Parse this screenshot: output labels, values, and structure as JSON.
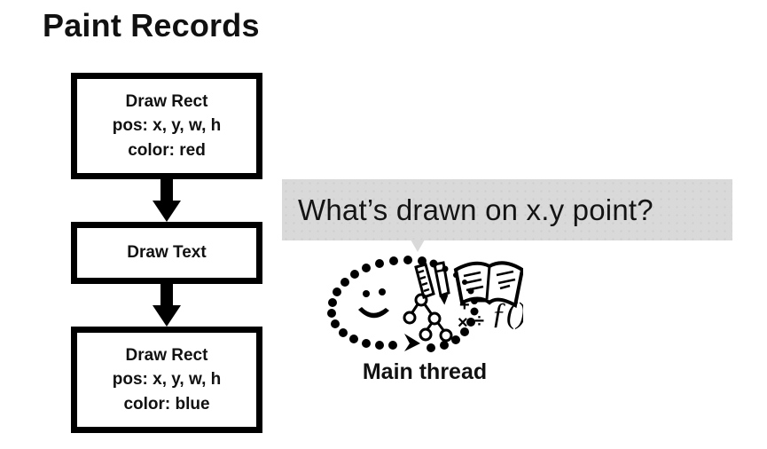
{
  "slide": {
    "title": "Paint Records",
    "background_color": "#ffffff",
    "ink_color": "#000000"
  },
  "flow": {
    "name": "paint-records-flow",
    "boxes": [
      {
        "id": "draw-rect-red",
        "lines": [
          "Draw Rect",
          "pos: x, y, w, h",
          "color: red"
        ]
      },
      {
        "id": "draw-text",
        "lines": [
          "Draw Text"
        ]
      },
      {
        "id": "draw-rect-blue",
        "lines": [
          "Draw Rect",
          "pos: x, y, w, h",
          "color: blue"
        ]
      }
    ],
    "arrows": [
      {
        "id": "arrow-rect-to-text",
        "direction": "down"
      },
      {
        "id": "arrow-text-to-rect",
        "direction": "down"
      }
    ]
  },
  "bubble": {
    "text": "What’s drawn on x.y point?",
    "background_color": "#d9d9d9",
    "text_color": "#141414",
    "tail": "down"
  },
  "thinking": {
    "label": "Main thread",
    "icons": [
      "smiley-face-icon",
      "ruler-icon",
      "pencil-icon",
      "open-book-icon",
      "node-tree-icon",
      "math-symbols-icon",
      "function-notation-icon"
    ],
    "math_symbols": "+ − × ÷",
    "function_notation": "ƒ()"
  }
}
